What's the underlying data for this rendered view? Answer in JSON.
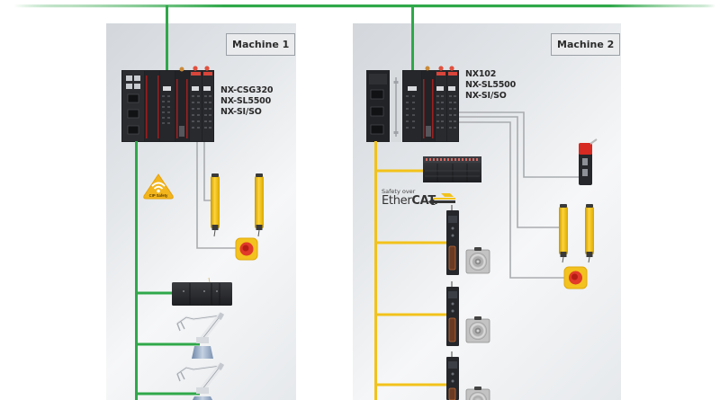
{
  "diagram": {
    "title": "Safety network architecture",
    "colors": {
      "network_bus": "#2fa84a",
      "ethercat_bus": "#f2c21b",
      "hardwire": "#a9acaf",
      "panel_background": "#e2e5e8",
      "device_dark": "#26282b",
      "safety_yellow": "#f1c21b",
      "estop_red": "#d8261e"
    },
    "top_network": {
      "color_name": "green",
      "type": "controller-level network"
    },
    "machines": [
      {
        "label": "Machine 1",
        "controller_models": [
          "NX-CSG320",
          "NX-SL5500",
          "NX-SI/SO"
        ],
        "network_protocol_logo": {
          "icon": "cip-safety-icon",
          "text": "CIP Safety"
        },
        "field_bus_color_name": "green",
        "hardwired_devices": [
          {
            "name": "light-curtain",
            "icon": "light-curtain-icon"
          },
          {
            "name": "emergency-stop",
            "icon": "emergency-stop-icon"
          }
        ],
        "networked_devices": [
          {
            "name": "remote-io",
            "icon": "io-unit-icon"
          },
          {
            "name": "robot-1",
            "icon": "robot-arm-icon"
          },
          {
            "name": "robot-2",
            "icon": "robot-arm-icon"
          }
        ]
      },
      {
        "label": "Machine 2",
        "controller_models": [
          "NX102",
          "NX-SL5500",
          "NX-SI/SO"
        ],
        "network_protocol_logo": {
          "icon": "ethercat-icon",
          "small_text": "Safety over",
          "text_regular": "Ether",
          "text_bold": "CAT."
        },
        "field_bus_color_name": "yellow",
        "hardwired_devices": [
          {
            "name": "door-switch",
            "icon": "door-switch-icon"
          },
          {
            "name": "light-curtain",
            "icon": "light-curtain-icon"
          },
          {
            "name": "emergency-stop",
            "icon": "emergency-stop-icon"
          }
        ],
        "networked_devices": [
          {
            "name": "io-unit",
            "icon": "io-unit-icon"
          },
          {
            "name": "servo-drive-1",
            "icon": "servo-drive-icon",
            "motor": "servo-motor-icon"
          },
          {
            "name": "servo-drive-2",
            "icon": "servo-drive-icon",
            "motor": "servo-motor-icon"
          },
          {
            "name": "servo-drive-3",
            "icon": "servo-drive-icon",
            "motor": "servo-motor-icon"
          }
        ]
      }
    ]
  }
}
